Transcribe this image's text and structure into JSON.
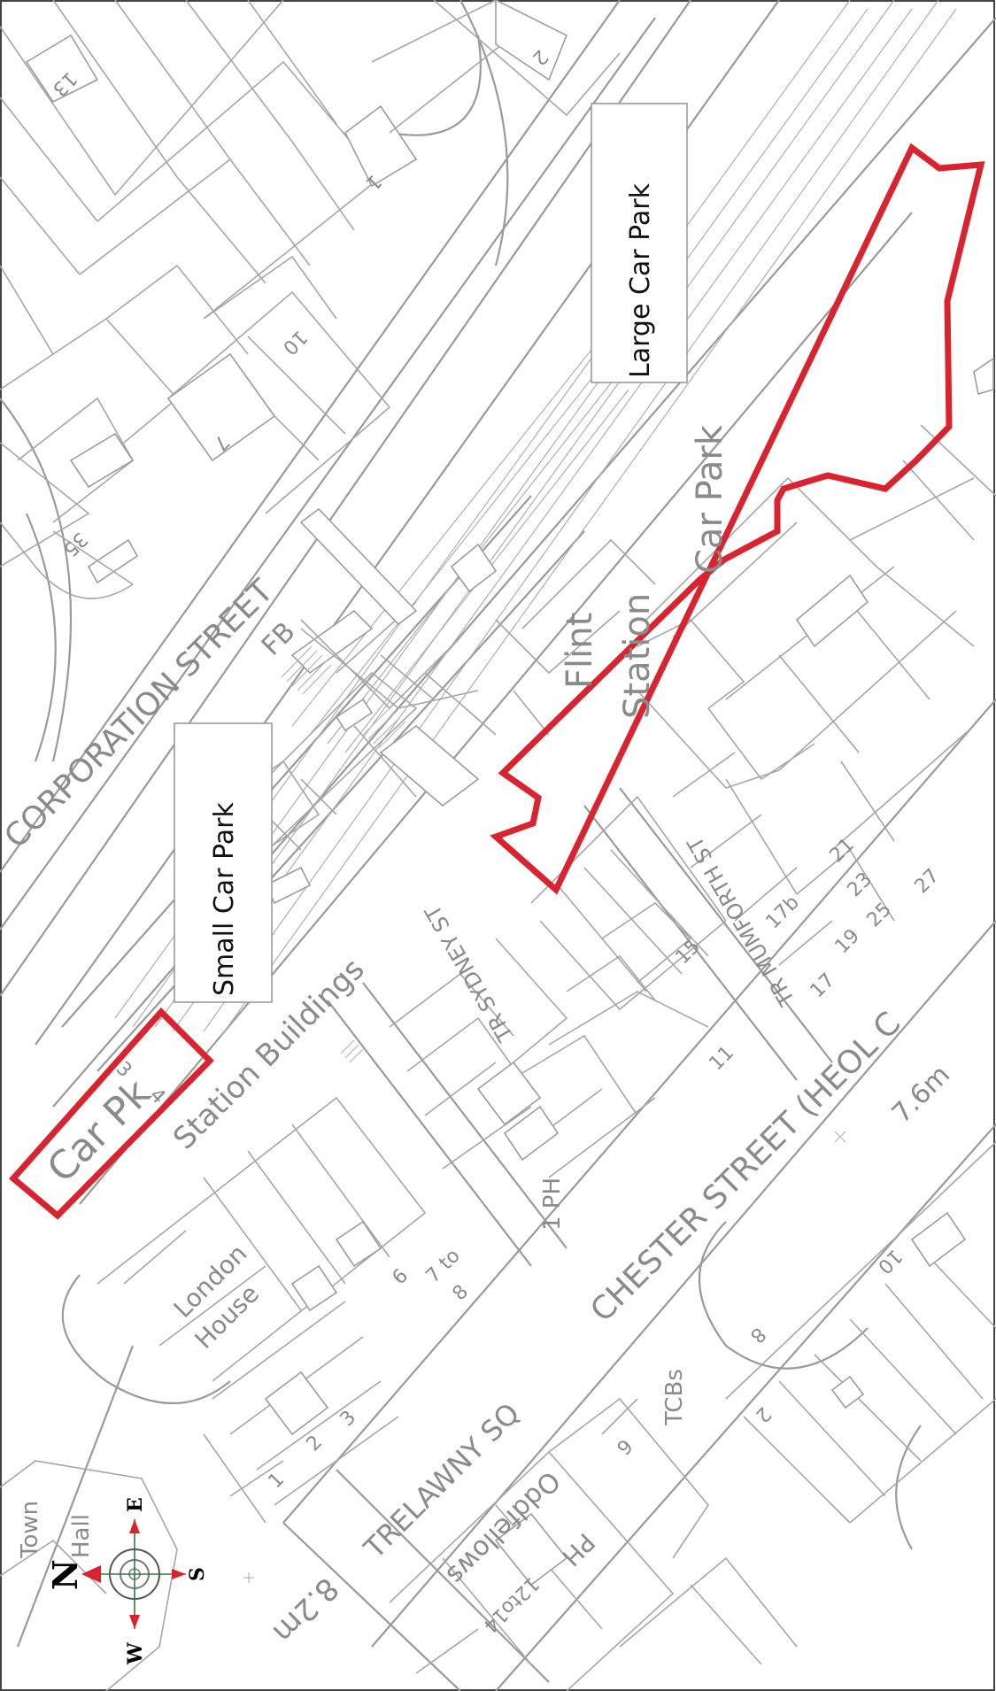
{
  "colors": {
    "boundary": "#d9232e",
    "linework": "#9a9a9a",
    "label_box_text": "#111111"
  },
  "labels": {
    "large_car_park": "Large Car Park",
    "small_car_park": "Small Car Park",
    "flint": "Flint",
    "station": "Station",
    "car_park": "Car Park",
    "car_pk": "Car Pk",
    "station_buildings": "Station Buildings",
    "fb": "FB",
    "corporation_street": "CORPORATION STREET",
    "chester_street": "CHESTER STREET (HEOL C",
    "trelawny_sq": "TRELAWNY SQ",
    "sydney_st": "TR SYDNEY ST",
    "mumforth_st": "TR MUMFORTH ST",
    "london_house": [
      "London",
      "House"
    ],
    "town_hall": [
      "Town",
      "Hall"
    ],
    "oddfellows": "Oddfellows",
    "ph": "PH",
    "ph2": "1 PH",
    "tcbs": "TCBs",
    "level_1": "7.6m",
    "level_2": "8.2m",
    "seven_to_eight": [
      "7 to",
      "8"
    ],
    "twelve_to_fourteen": "12to14"
  },
  "house_numbers": {
    "n13": "13",
    "n2top": "2",
    "n1top": "1",
    "n10": "10",
    "n7": "7",
    "n35": "35",
    "n15": "15",
    "n11": "11",
    "n17b": "17b",
    "n17": "17",
    "n19": "19",
    "n21": "21",
    "n23": "23",
    "n25": "25",
    "n27": "27",
    "n3": "3",
    "n4": "4",
    "n6": "6",
    "n1": "1",
    "n2": "2",
    "n3b": "3",
    "n6b": "6",
    "n8": "8",
    "n10b": "10",
    "n2b": "2"
  },
  "compass": {
    "n": "N",
    "e": "E",
    "s": "S",
    "w": "W"
  }
}
